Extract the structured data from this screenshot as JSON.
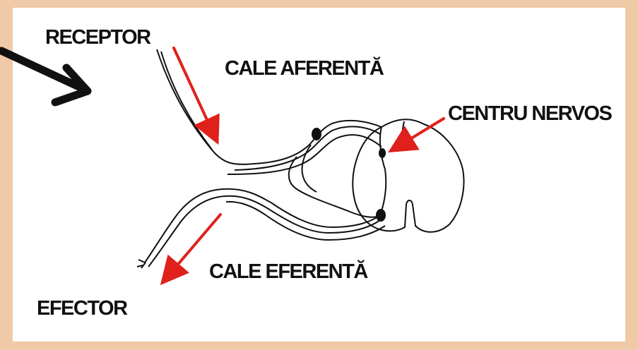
{
  "diagram": {
    "labels": {
      "receptor": "RECEPTOR",
      "afferent_path": "CALE AFERENTĂ",
      "nerve_center": "CENTRU NERVOS",
      "efferent_path": "CALE EFERENTĂ",
      "effector": "EFECTOR"
    },
    "colors": {
      "background_border": "#f0c9a6",
      "panel": "#ffffff",
      "label_arrows": "#e0201b",
      "pointer_arrow": "#111111",
      "line_art": "#111111"
    }
  }
}
